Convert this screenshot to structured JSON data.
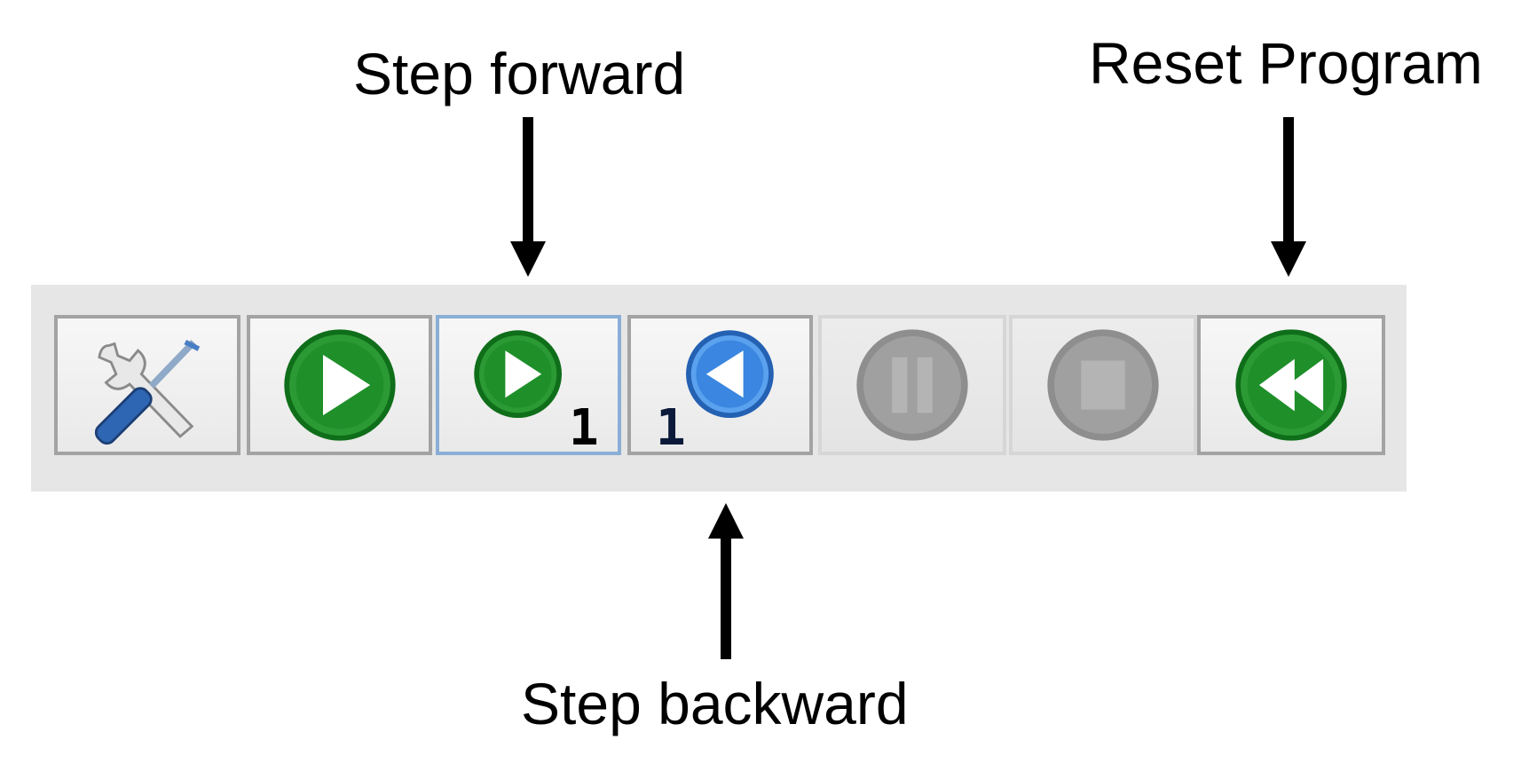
{
  "annotations": {
    "step_forward": "Step forward",
    "step_backward": "Step backward",
    "reset_program": "Reset Program"
  },
  "toolbar": {
    "buttons": [
      {
        "icon": "settings-tools-icon",
        "state": "enabled"
      },
      {
        "icon": "run-play-icon",
        "state": "enabled"
      },
      {
        "icon": "step-forward-icon",
        "state": "hover",
        "badge": "1"
      },
      {
        "icon": "step-backward-icon",
        "state": "enabled",
        "badge": "1"
      },
      {
        "icon": "pause-icon",
        "state": "disabled"
      },
      {
        "icon": "stop-icon",
        "state": "disabled"
      },
      {
        "icon": "reset-rewind-icon",
        "state": "enabled"
      }
    ]
  },
  "colors": {
    "green": "#1f8f2a",
    "blue": "#3a86e0",
    "disabled_gray": "#9a9a9a",
    "toolbar_bg": "#e6e6e6"
  }
}
